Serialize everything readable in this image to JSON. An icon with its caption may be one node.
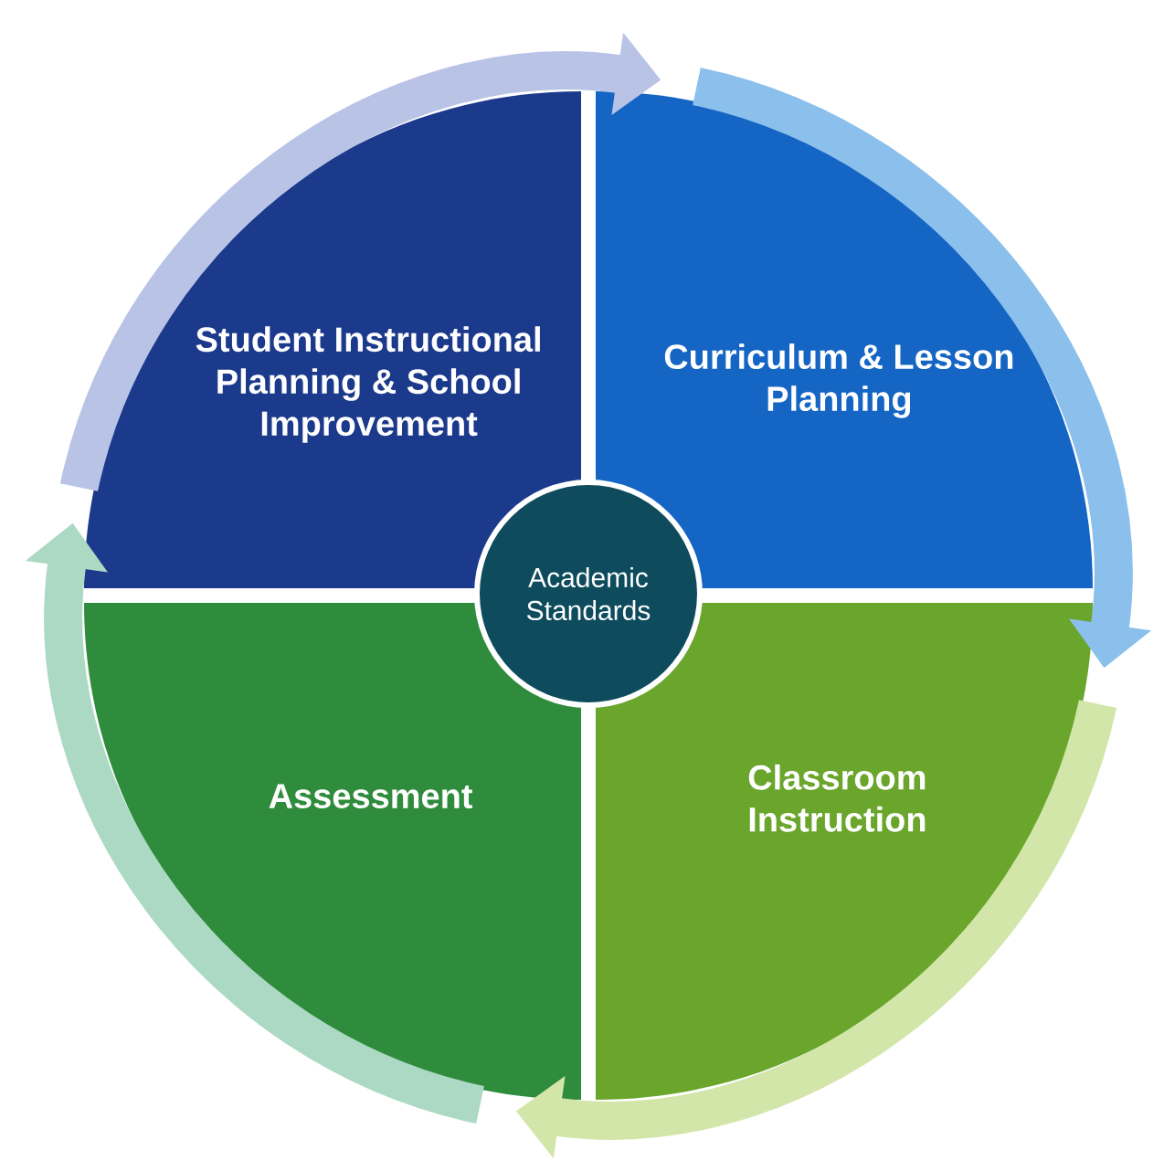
{
  "diagram": {
    "nodes": [
      {
        "text": [
          "Student Instructional Planning & School Improvement"
        ]
      },
      {
        "text": [
          "Curriculum & Lesson Planning"
        ]
      },
      {
        "text": [
          "Academic Standards"
        ]
      },
      {
        "text": [
          "Assessment"
        ]
      },
      {
        "text": [
          "Classroom Instruction"
        ]
      }
    ],
    "edges": [
      {
        "from": 0,
        "to": 1,
        "arrow": "to",
        "color": "#b9c3e6"
      },
      {
        "from": 1,
        "to": 4,
        "arrow": "to",
        "color": "#8cc0ec"
      },
      {
        "from": 4,
        "to": 3,
        "arrow": "to",
        "color": "#d3e6aa"
      },
      {
        "from": 3,
        "to": 0,
        "arrow": "to",
        "color": "#acd9c4"
      }
    ]
  }
}
